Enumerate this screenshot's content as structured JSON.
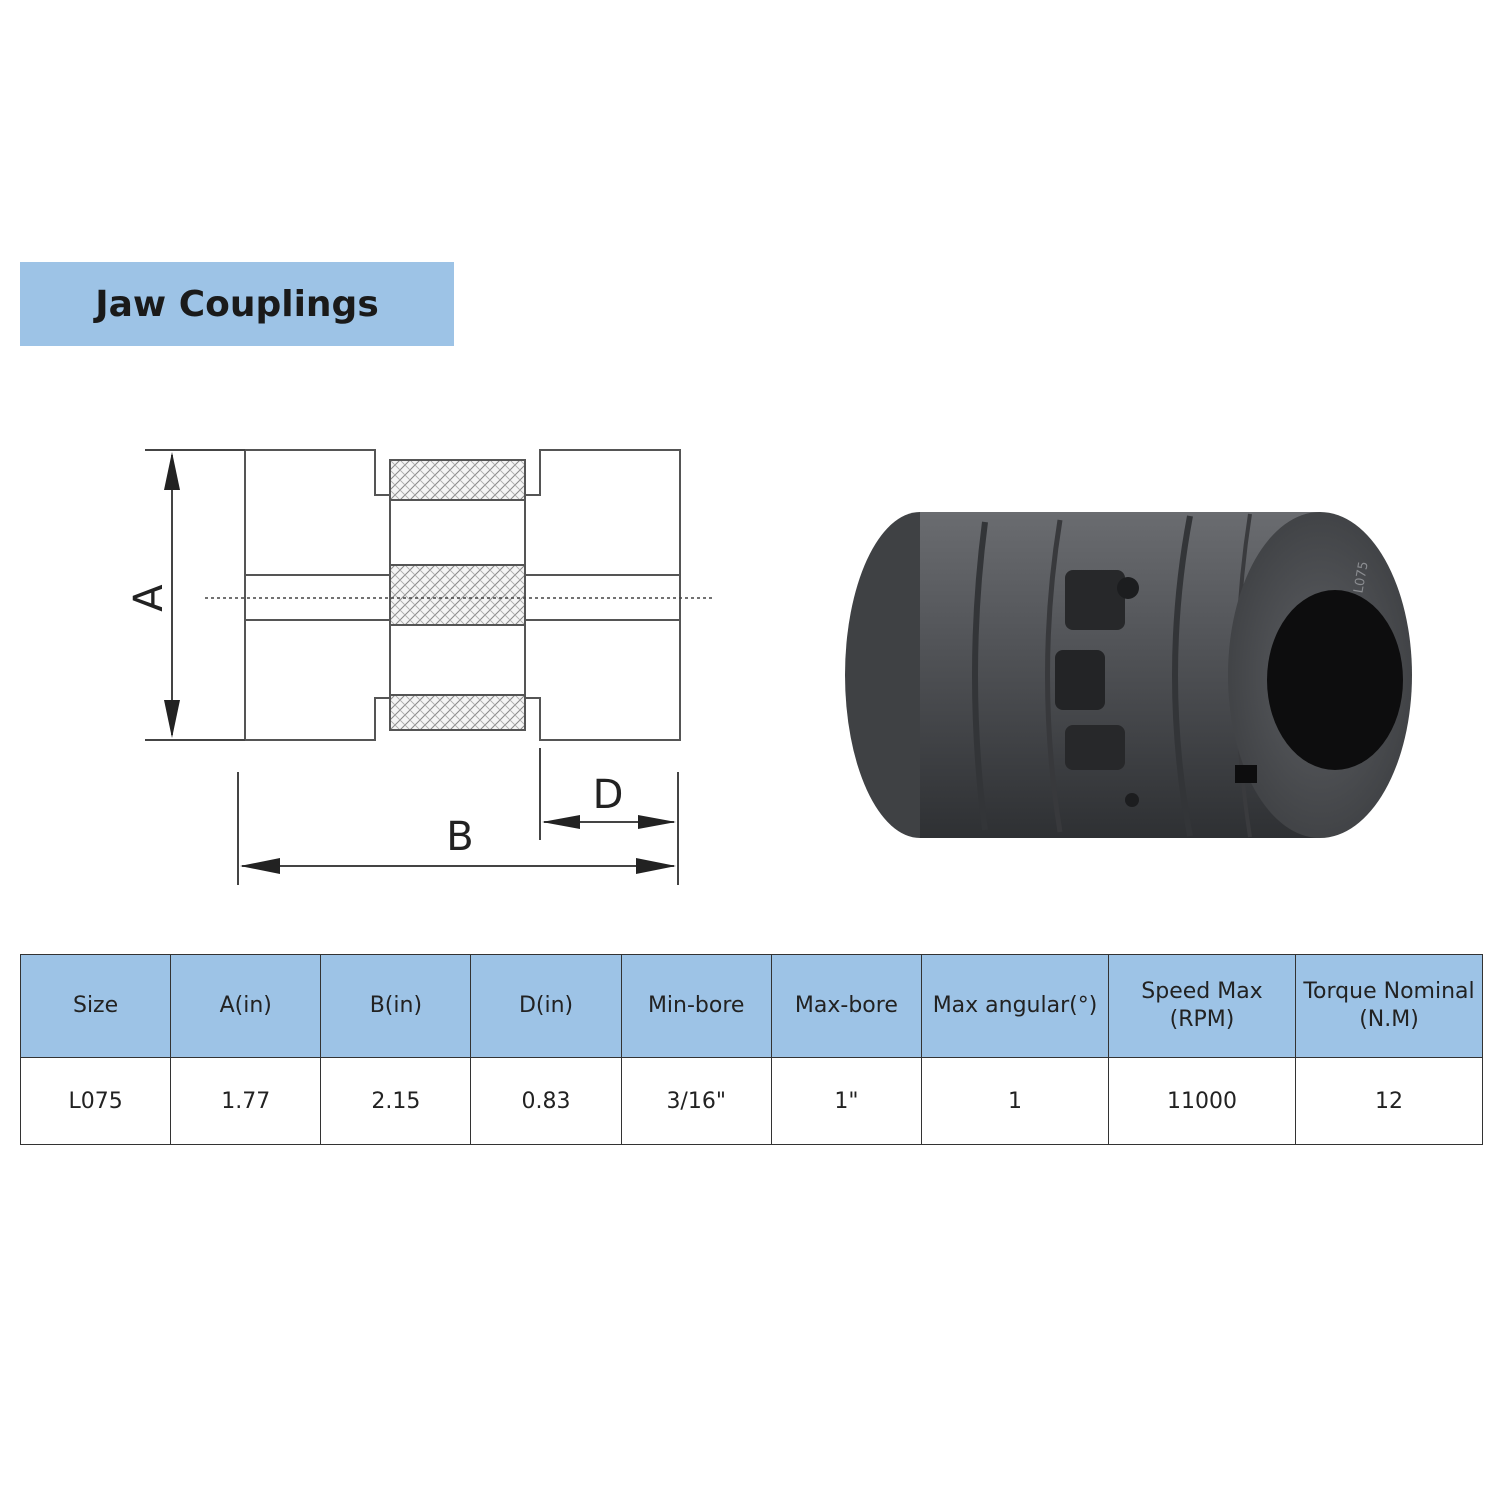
{
  "title": "Jaw Couplings",
  "diagram": {
    "labels": {
      "a": "A",
      "b": "B",
      "d": "D"
    }
  },
  "photo": {
    "engraving": "L075"
  },
  "table": {
    "headers": [
      "Size",
      "A(in)",
      "B(in)",
      "D(in)",
      "Min-bore",
      "Max-bore",
      "Max angular(°)",
      "Speed Max (RPM)",
      "Torque Nominal (N.M)"
    ],
    "rows": [
      [
        "L075",
        "1.77",
        "2.15",
        "0.83",
        "3/16\"",
        "1\"",
        "1",
        "11000",
        "12"
      ]
    ]
  },
  "colors": {
    "header_bg": "#9dc3e6",
    "coupling_body": "#4a4c4f"
  }
}
